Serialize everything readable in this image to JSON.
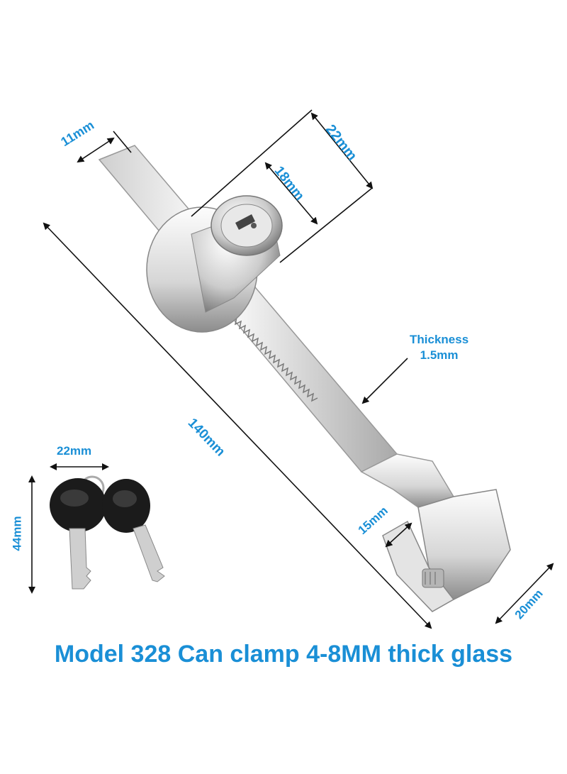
{
  "labels": {
    "lock_width": "11mm",
    "cylinder_outer": "22mm",
    "cylinder_inner": "18mm",
    "thickness_line1": "Thickness",
    "thickness_line2": "1.5mm",
    "total_length": "140mm",
    "clamp_height": "15mm",
    "clamp_width": "20mm",
    "key_width": "22mm",
    "key_height": "44mm"
  },
  "caption": "Model 328 Can clamp 4-8MM thick glass",
  "colors": {
    "dimension_blue": "#1a8fd6",
    "dimension_line": "#111111",
    "steel_light": "#f2f2f2",
    "steel_dark": "#9a9a9a",
    "key_head": "#1b1b1b"
  }
}
